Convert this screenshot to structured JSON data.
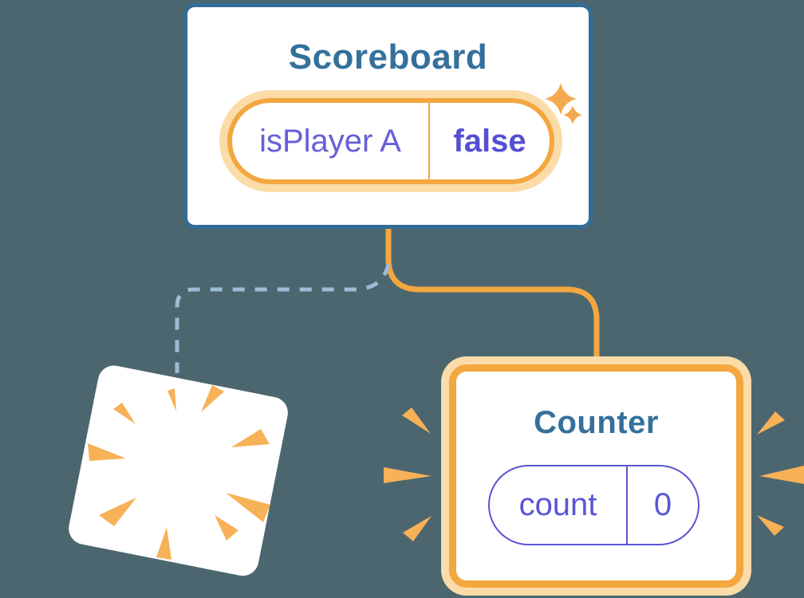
{
  "illustration": {
    "background_color": "#4C6670",
    "scoreboard": {
      "title": "Scoreboard",
      "state": {
        "name": "isPlayer A",
        "value": "false"
      },
      "highlighted": true
    },
    "counter": {
      "title": "Counter",
      "state": {
        "name": "count",
        "value": "0"
      },
      "highlighted": true
    },
    "connectors": {
      "scoreboard_to_counter": "solid-orange",
      "scoreboard_to_removed_child": "dashed-blue"
    },
    "icons": {
      "sparkles": "sparkles-icon",
      "poof": "poof-burst-icon",
      "emphasis_left": "emphasis-rays-left-icon",
      "emphasis_right": "emphasis-rays-right-icon"
    },
    "colors": {
      "card_border_blue": "#336C96",
      "title_text_blue": "#35709B",
      "highlight_orange": "#F3A73F",
      "highlight_halo_orange": "#FBDCA9",
      "ray_orange": "#F7B156",
      "state_purple": "#5A55D5",
      "state_name_purple": "#6560D9",
      "state_value_purple": "#544FD3",
      "dashed_connector_blue": "#9CBCD4",
      "card_background": "#FFFFFF"
    }
  }
}
